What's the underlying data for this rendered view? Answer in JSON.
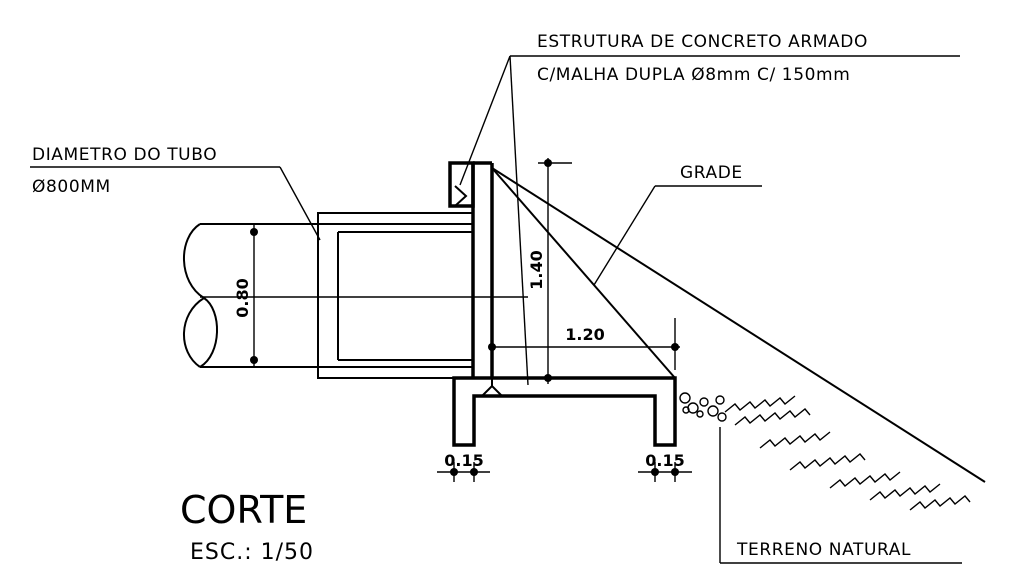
{
  "notes": {
    "estrutura_line1": "ESTRUTURA DE CONCRETO ARMADO",
    "estrutura_line2": "C/MALHA DUPLA Ø8mm C/ 150mm",
    "tubo_line1": "DIAMETRO DO TUBO",
    "tubo_line2": "Ø800MM",
    "grade": "GRADE",
    "terreno": "TERRENO NATURAL"
  },
  "dimensions": {
    "pipe_diameter": "0.80",
    "wall_height": "1.40",
    "base_width": "1.20",
    "left_foot": "0.15",
    "right_foot": "0.15"
  },
  "title": {
    "name": "CORTE",
    "scale": "ESC.: 1/50"
  }
}
